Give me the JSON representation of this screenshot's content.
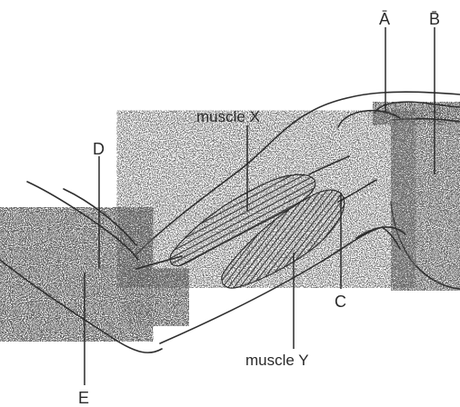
{
  "labels": {
    "a": "Ā",
    "b": "B̄",
    "c": "C",
    "d": "D",
    "e": "E",
    "muscle_x": "muscle X",
    "muscle_y": "muscle Y"
  },
  "colors": {
    "ink": "#2a2a2a",
    "background": "#ffffff"
  }
}
